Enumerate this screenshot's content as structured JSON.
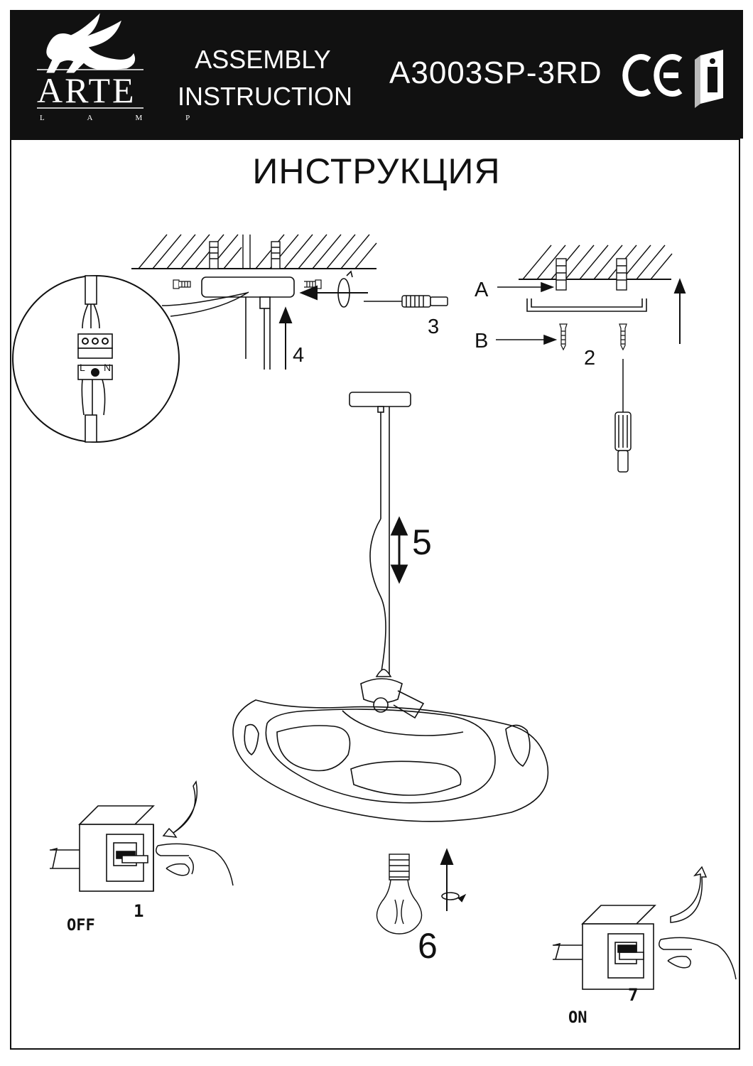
{
  "header": {
    "brand_name": "ARTE",
    "brand_sub": "L A M P",
    "doc_type_line1": "ASSEMBLY",
    "doc_type_line2": "INSTRUCTION",
    "model": "A3003SP-3RD",
    "ce_mark": "CE",
    "info_mark": "i"
  },
  "title": "ИНСТРУКЦИЯ",
  "terminal_labels": [
    "L",
    "N"
  ],
  "parts": {
    "a": "A",
    "b": "B"
  },
  "steps": {
    "s1": "1",
    "s2": "2",
    "s3": "3",
    "s4": "4",
    "s5": "5",
    "s6": "6",
    "s7": "7"
  },
  "switch_states": {
    "off": "OFF",
    "on": "ON"
  },
  "icons": [
    "lion-logo-icon",
    "ce-mark-icon",
    "info-book-icon",
    "screwdriver-icon",
    "rotate-arrow-icon",
    "bulb-icon",
    "hand-icon",
    "wall-switch-icon"
  ]
}
